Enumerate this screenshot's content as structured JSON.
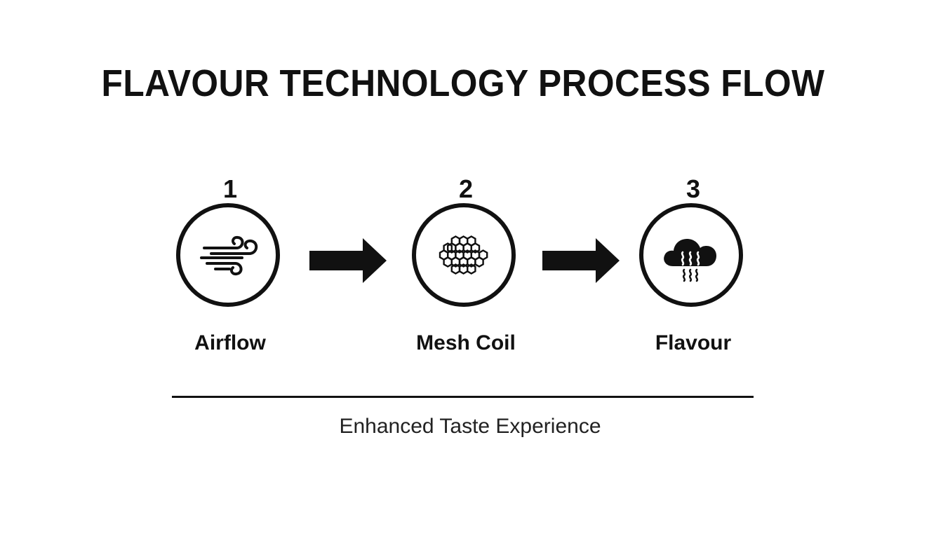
{
  "title": "FLAVOUR TECHNOLOGY PROCESS FLOW",
  "steps": [
    {
      "number": "1",
      "label": "Airflow",
      "icon": "wind-icon"
    },
    {
      "number": "2",
      "label": "Mesh Coil",
      "icon": "honeycomb-mesh-icon"
    },
    {
      "number": "3",
      "label": "Flavour",
      "icon": "vapor-cloud-icon"
    }
  ],
  "footer": "Enhanced Taste Experience",
  "colors": {
    "ink": "#111111",
    "background": "#ffffff"
  }
}
